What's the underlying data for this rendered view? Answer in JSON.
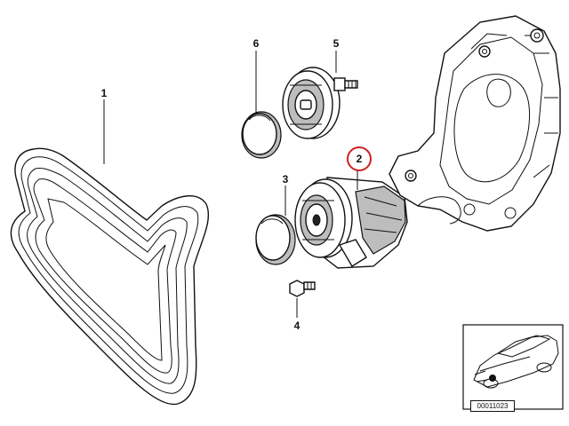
{
  "callouts": [
    {
      "id": "1",
      "label": "1"
    },
    {
      "id": "2",
      "label": "2",
      "highlighted": true
    },
    {
      "id": "3",
      "label": "3"
    },
    {
      "id": "4",
      "label": "4"
    },
    {
      "id": "5",
      "label": "5"
    },
    {
      "id": "6",
      "label": "6"
    }
  ],
  "inset": {
    "code": "00011023"
  },
  "colors": {
    "line": "#111111",
    "highlight": "#cc2222",
    "shade": "#bdbdbd",
    "background": "#ffffff"
  }
}
